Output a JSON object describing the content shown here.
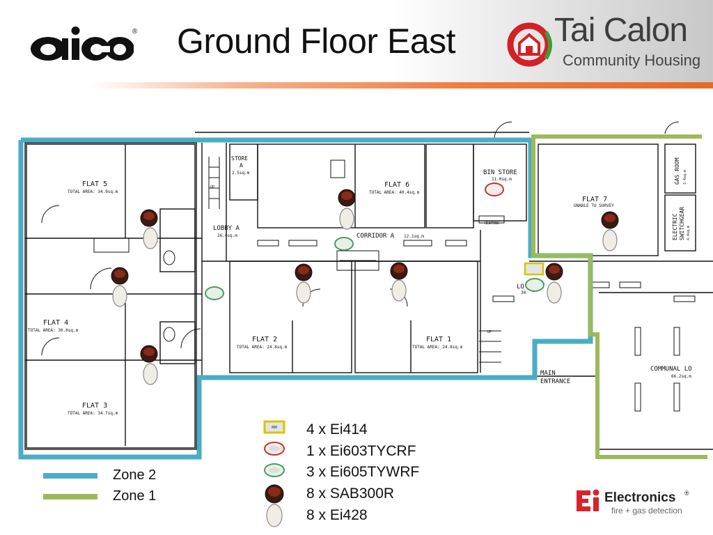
{
  "header": {
    "title": "Ground Floor East",
    "logo_left": "aico",
    "logo_right_name": "Tai Calon",
    "logo_right_sub": "Community Housing"
  },
  "plan": {
    "rooms": {
      "flat5": "FLAT 5",
      "flat5_area": "TOTAL AREA: 34.9sq.m",
      "flat4": "FLAT 4",
      "flat4_area": "TOTAL AREA: 30.0sq.m",
      "flat3": "FLAT 3",
      "flat3_area": "TOTAL AREA: 34.7sq.m",
      "flat6": "FLAT 6",
      "flat6_area": "TOTAL AREA: 40.4sq.m",
      "flat2": "FLAT 2",
      "flat2_area": "TOTAL AREA: 24.8sq.m",
      "flat1": "FLAT 1",
      "flat1_area": "TOTAL AREA: 24.8sq.m",
      "flat7": "FLAT 7",
      "flat7_note": "UNABLE TO SURVEY",
      "store_a": "STORE",
      "store_a2": "A",
      "store_a_area": "2.5sq.m",
      "lobby_a": "LOBBY A",
      "lobby_a_area": "26.4sq.m",
      "corridor_a": "CORRIDOR A",
      "corridor_a_area": "12.1sq.m",
      "bin_store": "BIN STORE",
      "bin_store_area": "11.0sq.m",
      "gas_room": "GAS ROOM",
      "gas_room_area": "3.4sq.m",
      "electric": "ELECTRIC",
      "switchgear": "SWITCHGEAR",
      "electric_area": "4.4sq.m",
      "lobby_b": "LO",
      "lobby_b_area": "30",
      "main": "MAIN",
      "entrance": "ENTRANCE",
      "communal": "COMMUNAL LO",
      "communal_area": "66.2sq.m",
      "heating": "HEATING",
      "up1": "UP",
      "up2": "UP"
    }
  },
  "legend": {
    "zones": [
      {
        "label": "Zone 2",
        "color": "#4bacc6"
      },
      {
        "label": "Zone 1",
        "color": "#9bbb59"
      }
    ],
    "devices": [
      {
        "label": "4 x Ei414",
        "icon": "ei414-detector-icon"
      },
      {
        "label": "1 x Ei603TYCRF",
        "icon": "ei603tycrf-alarm-icon"
      },
      {
        "label": "3 x Ei605TYWRF",
        "icon": "ei605tywrf-alarm-icon"
      },
      {
        "label": "8 x SAB300R",
        "icon": "sab300r-base-icon"
      },
      {
        "label": "8 x Ei428",
        "icon": "ei428-pad-icon"
      }
    ]
  },
  "footer": {
    "brand": "Electronics",
    "tagline": "fire + gas detection"
  },
  "colors": {
    "zone2": "#4bacc6",
    "zone1": "#9bbb59",
    "accent_orange": "#e8692a",
    "ei_red": "#d8232a",
    "tc_red": "#d42027",
    "tc_green": "#3f9b3a"
  }
}
